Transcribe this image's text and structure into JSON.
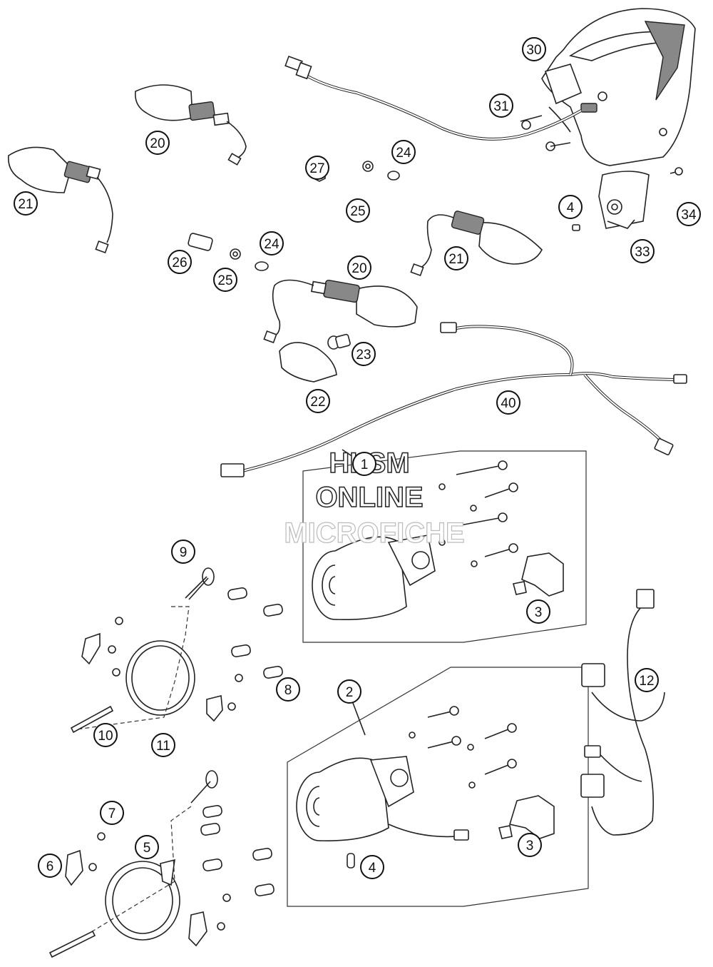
{
  "watermark": {
    "line1": "HLSM",
    "line2": "ONLINE",
    "line3": "MICROFICHE"
  },
  "callouts": {
    "c30": "30",
    "c31": "31",
    "c20a": "20",
    "c21a": "21",
    "c27": "27",
    "c24a": "24",
    "c25a": "25",
    "c4a": "4",
    "c34": "34",
    "c33": "33",
    "c26": "26",
    "c25b": "25",
    "c24b": "24",
    "c20b": "20",
    "c21b": "21",
    "c23": "23",
    "c22": "22",
    "c40": "40",
    "c1": "1",
    "c9": "9",
    "c3a": "3",
    "c12": "12",
    "c8": "8",
    "c10": "10",
    "c11": "11",
    "c2": "2",
    "c7": "7",
    "c5": "5",
    "c6": "6",
    "c3b": "3",
    "c4b": "4"
  }
}
